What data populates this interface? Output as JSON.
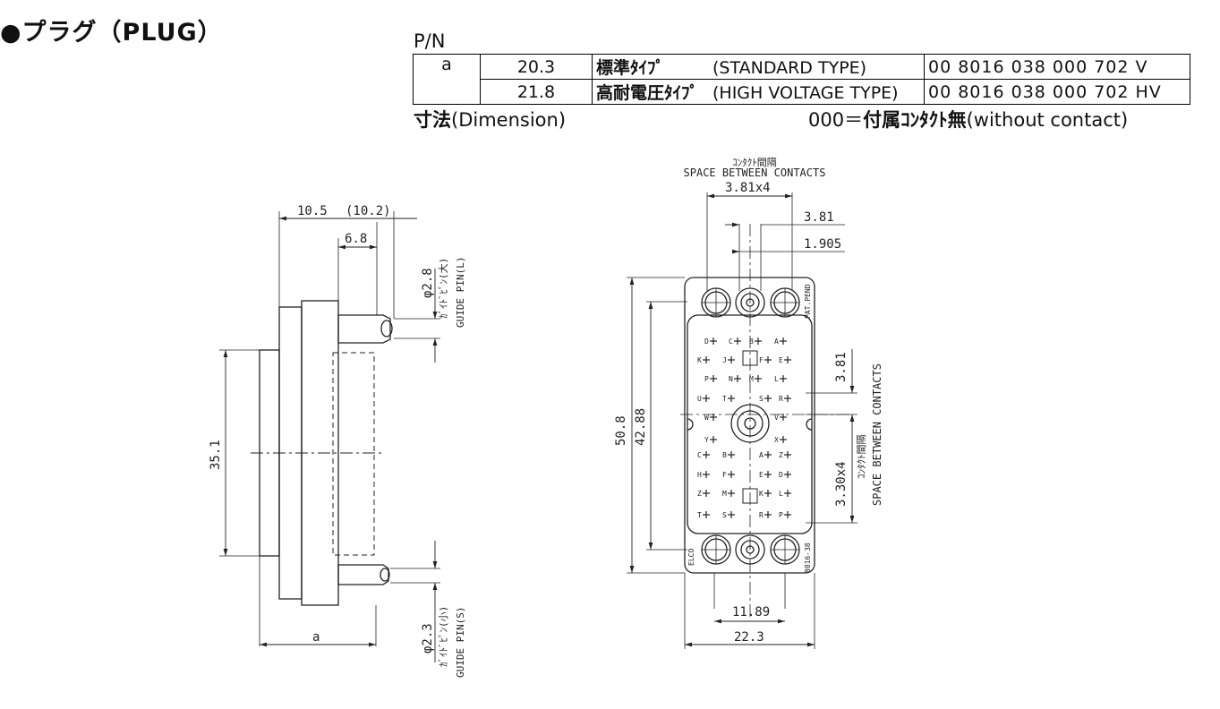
{
  "title": "●プラグ（PLUG）",
  "pn_label": "P/N",
  "table": {
    "a_header": "a",
    "rows": [
      {
        "dim": "20.3",
        "type_jp": "標準ﾀｲﾌﾟ",
        "type_en": "(STANDARD  TYPE)",
        "pn": "00  8016  038  000  702  V"
      },
      {
        "dim": "21.8",
        "type_jp": "高耐電圧ﾀｲﾌﾟ",
        "type_en": "(HIGH  VOLTAGE  TYPE)",
        "pn": "00  8016  038  000  702  HV"
      }
    ]
  },
  "dimension_label": {
    "jp": "寸法",
    "en": "(Dimension)"
  },
  "note": {
    "code": "000＝",
    "jp": "付属ｺﾝﾀｸﾄ無",
    "en": "(without  contact)"
  },
  "side_view": {
    "dim_top_a": "10.5",
    "dim_top_b": "(10.2)",
    "dim_68": "6.8",
    "dim_phi28": "φ2.8",
    "guide_l_jp": "ｶﾞｲﾄﾞﾋﾟﾝ(大)",
    "guide_l_en": "GUIDE PIN(L)",
    "dim_351": "35.1",
    "dim_a": "a",
    "dim_phi23": "φ2.3",
    "guide_s_jp": "ｶﾞｲﾄﾞﾋﾟﾝ(小)",
    "guide_s_en": "GUIDE PIN(S)"
  },
  "front_view": {
    "space_jp": "ｺﾝﾀｸﾄ間隔",
    "space_en": "SPACE BETWEEN CONTACTS",
    "dim_381x4": "3.81x4",
    "dim_381": "3.81",
    "dim_1905": "1.905",
    "dim_508": "50.8",
    "dim_4288": "42.88",
    "dim_381_right": "3.81",
    "dim_330x4": "3.30x4",
    "dim_1189": "11.89",
    "dim_223": "22.3",
    "pat_pend": "PAT.PEND",
    "elco": "ELCO",
    "model": "8016-38",
    "contact_labels": [
      {
        "t": "D"
      },
      {
        "t": "C"
      },
      {
        "t": "B"
      },
      {
        "t": "A"
      },
      {
        "t": "K"
      },
      {
        "t": "J"
      },
      {
        "t": "F"
      },
      {
        "t": "E"
      },
      {
        "t": "P"
      },
      {
        "t": "N"
      },
      {
        "t": "M"
      },
      {
        "t": "L"
      },
      {
        "t": "U"
      },
      {
        "t": "T"
      },
      {
        "t": "S"
      },
      {
        "t": "R"
      },
      {
        "t": "W"
      },
      {
        "t": "V"
      },
      {
        "t": "Y"
      },
      {
        "t": "X"
      },
      {
        "t": "C"
      },
      {
        "t": "B"
      },
      {
        "t": "A"
      },
      {
        "t": "Z"
      },
      {
        "t": "H"
      },
      {
        "t": "F"
      },
      {
        "t": "E"
      },
      {
        "t": "D"
      },
      {
        "t": "Z"
      },
      {
        "t": "M"
      },
      {
        "t": "K"
      },
      {
        "t": "L"
      },
      {
        "t": "T"
      },
      {
        "t": "S"
      },
      {
        "t": "R"
      },
      {
        "t": "P"
      }
    ]
  }
}
